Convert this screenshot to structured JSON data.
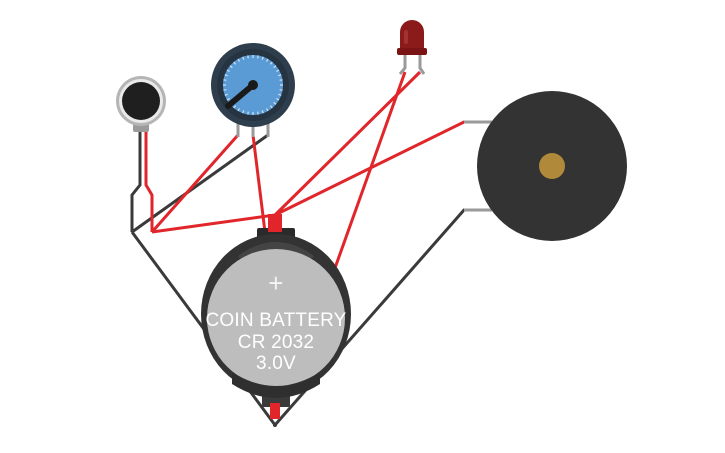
{
  "battery": {
    "line1": "COIN BATTERY",
    "line2": "CR 2032",
    "line3": "3.0V",
    "plus_symbol": "+"
  },
  "components": [
    {
      "name": "vibration-motor",
      "icon": "vibration-motor-icon"
    },
    {
      "name": "potentiometer",
      "icon": "potentiometer-icon"
    },
    {
      "name": "led",
      "icon": "led-icon",
      "color": "#8b1a1a"
    },
    {
      "name": "piezo-buzzer",
      "icon": "buzzer-icon"
    },
    {
      "name": "coin-battery-holder",
      "icon": "battery-icon"
    }
  ],
  "colors": {
    "red_wire": "#e0262b",
    "black_wire": "#3a3a3a",
    "buzzer_body": "#333333",
    "buzzer_center": "#b08a3a",
    "pot_body": "#2f3e4c",
    "pot_dial": "#5b9bd5",
    "battery_gray": "#bdbdbd"
  }
}
